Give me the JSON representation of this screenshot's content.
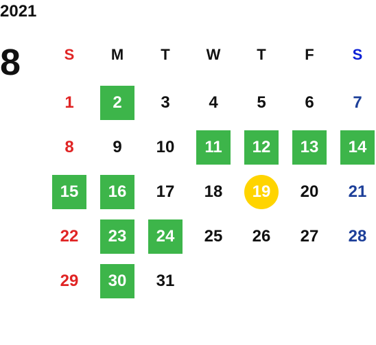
{
  "year": "2021",
  "month": "8",
  "weekdays": [
    "S",
    "M",
    "T",
    "W",
    "T",
    "F",
    "S"
  ],
  "colors": {
    "sunday": "#e02424",
    "saturday": "#1d3f99",
    "highlight_green": "#3db54a",
    "today_yellow": "#ffd400"
  },
  "weeks": [
    [
      {
        "d": "1"
      },
      {
        "d": "2",
        "hl": "green"
      },
      {
        "d": "3"
      },
      {
        "d": "4"
      },
      {
        "d": "5"
      },
      {
        "d": "6"
      },
      {
        "d": "7"
      }
    ],
    [
      {
        "d": "8"
      },
      {
        "d": "9"
      },
      {
        "d": "10"
      },
      {
        "d": "11",
        "hl": "green"
      },
      {
        "d": "12",
        "hl": "green"
      },
      {
        "d": "13",
        "hl": "green"
      },
      {
        "d": "14",
        "hl": "green"
      }
    ],
    [
      {
        "d": "15",
        "hl": "green"
      },
      {
        "d": "16",
        "hl": "green"
      },
      {
        "d": "17"
      },
      {
        "d": "18"
      },
      {
        "d": "19",
        "hl": "yellow"
      },
      {
        "d": "20"
      },
      {
        "d": "21"
      }
    ],
    [
      {
        "d": "22"
      },
      {
        "d": "23",
        "hl": "green"
      },
      {
        "d": "24",
        "hl": "green"
      },
      {
        "d": "25"
      },
      {
        "d": "26"
      },
      {
        "d": "27"
      },
      {
        "d": "28"
      }
    ],
    [
      {
        "d": "29"
      },
      {
        "d": "30",
        "hl": "green"
      },
      {
        "d": "31"
      }
    ]
  ]
}
